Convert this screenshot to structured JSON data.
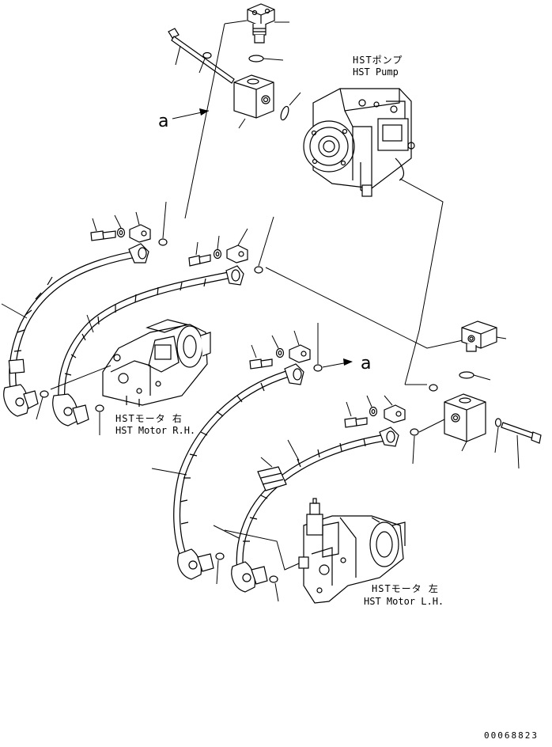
{
  "labels": {
    "pump_jp": "HSTポンプ",
    "pump_en": "HST Pump",
    "motor_rh_jp": "HSTモータ 右",
    "motor_rh_en": "HST Motor R.H.",
    "motor_lh_jp": "HSTモータ 左",
    "motor_lh_en": "HST Motor L.H.",
    "ref_a_top": "a",
    "ref_a_mid": "a",
    "drawing_code": "00068823"
  }
}
